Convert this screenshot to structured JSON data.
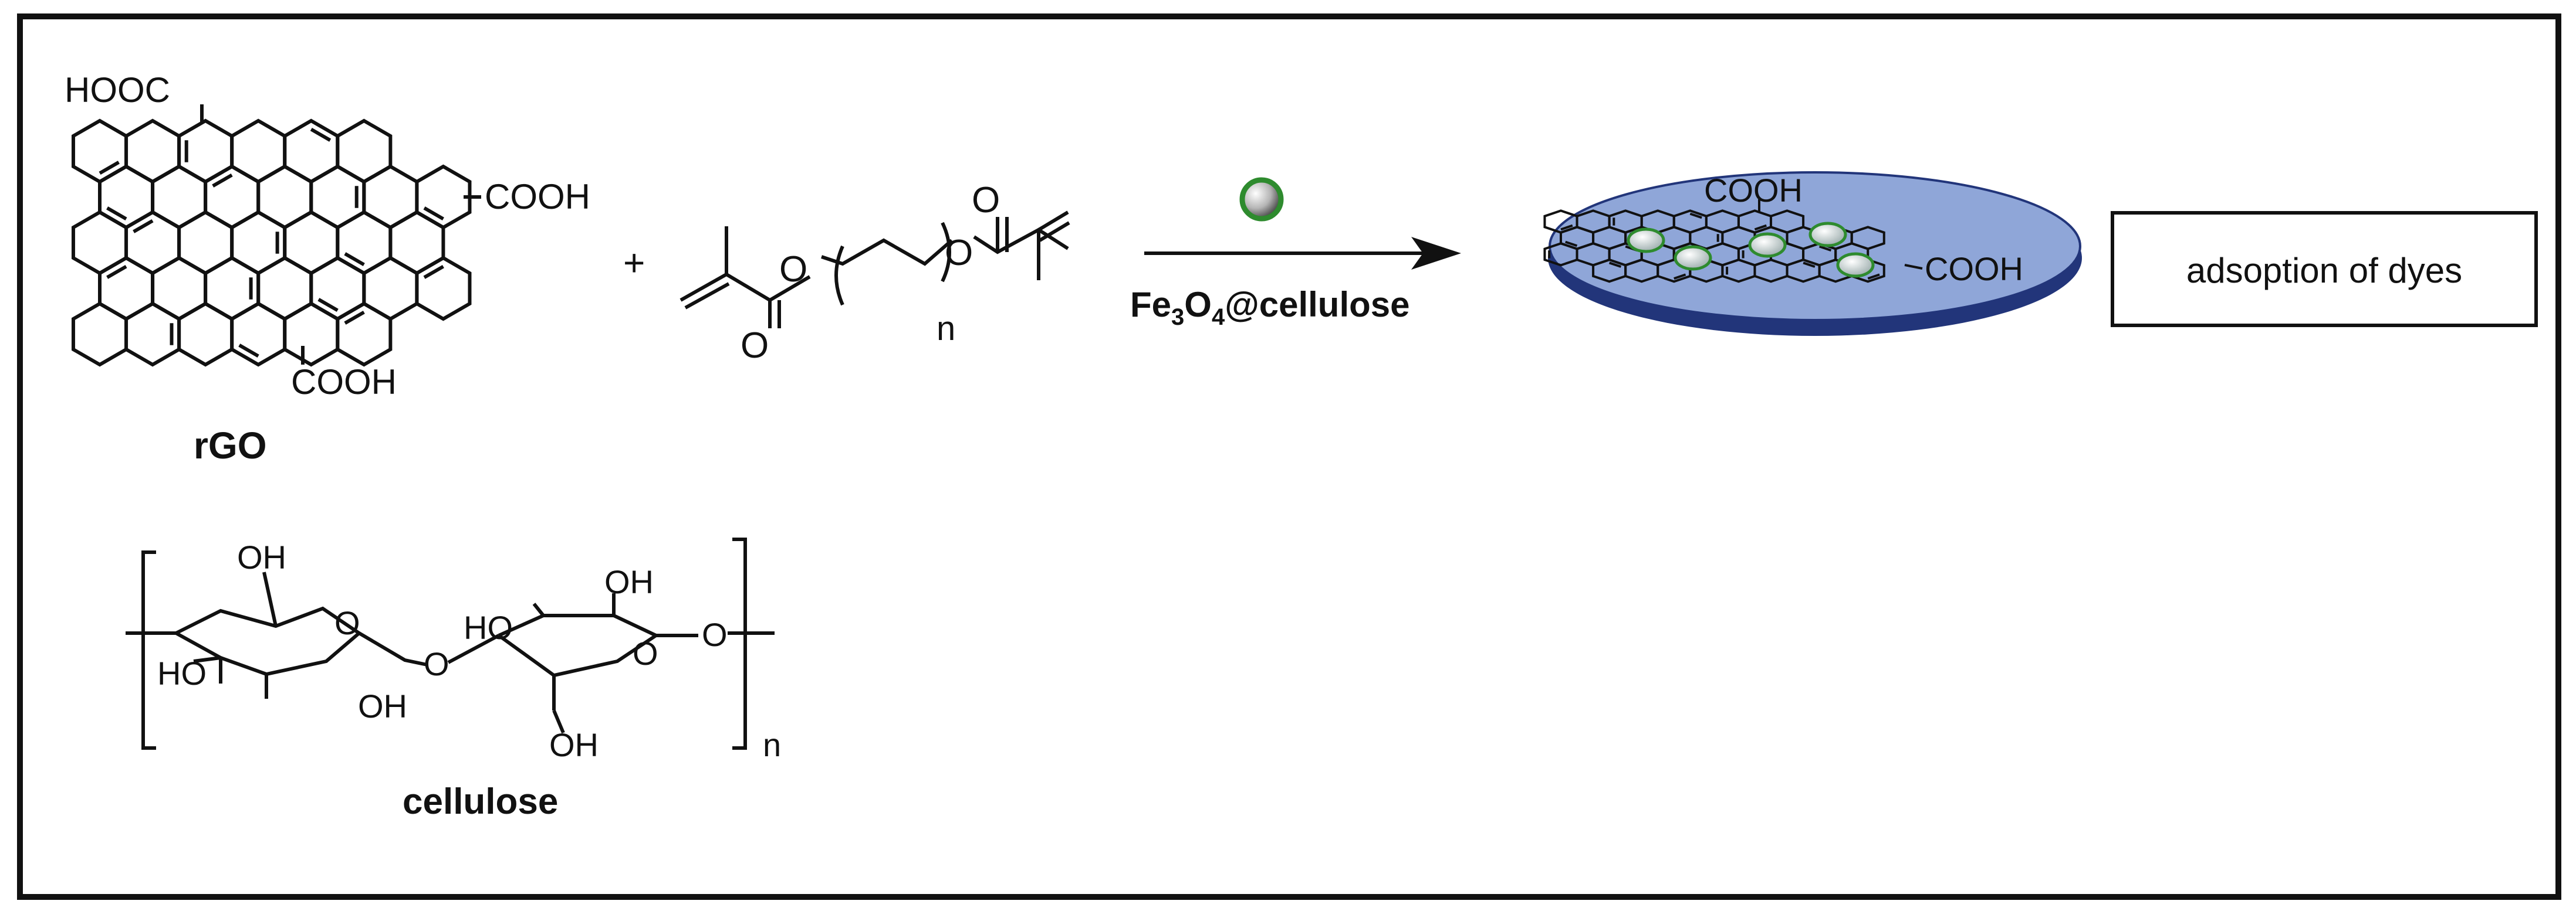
{
  "rgo": {
    "name": "rGO",
    "groups": [
      "HOOC",
      "COOH",
      "COOH"
    ]
  },
  "monomer": {
    "plus": "+",
    "atoms": [
      "O",
      "O",
      "O",
      "O"
    ],
    "repeat": "n"
  },
  "arrow": {
    "reagent": "Fe",
    "sub3": "3",
    "o": "O",
    "sub4": "4",
    "rest": "@cellulose"
  },
  "product": {
    "groups": [
      "COOH",
      "COOH"
    ]
  },
  "result_box": {
    "text": "adsoption of dyes"
  },
  "cellulose": {
    "name": "cellulose",
    "groups": [
      "OH",
      "HO",
      "OH",
      "O",
      "O",
      "HO",
      "OH",
      "O",
      "O",
      "OH"
    ],
    "repeat": "n"
  },
  "colors": {
    "disc_fill": "#8fa6d8",
    "disc_rim": "#22357a",
    "sphere_ring": "#2e8b2e"
  }
}
